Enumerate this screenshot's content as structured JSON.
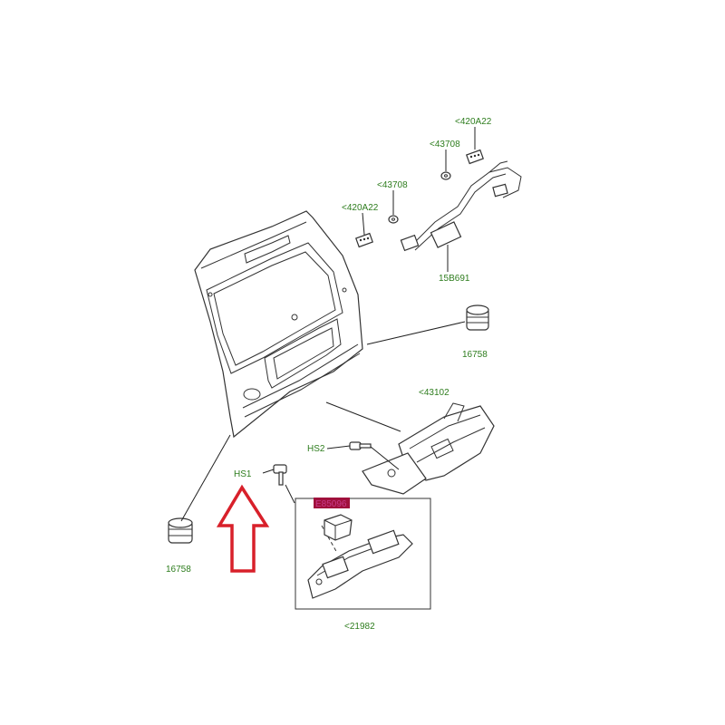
{
  "labels": {
    "p420a22_top": "<420A22",
    "p43708_top": "<43708",
    "p43708_mid": "<43708",
    "p420a22_mid": "<420A22",
    "p15b691": "15B691",
    "p16758_right": "16758",
    "p43102": "<43102",
    "hs2": "HS2",
    "hs1": "HS1",
    "p16758_left": "16758",
    "highlighted": "E85096",
    "p21982": "<21982"
  },
  "colors": {
    "label_green": "#2e7d1e",
    "arrow_red": "#d8202a",
    "highlight": "#a0103c",
    "line": "#333333"
  },
  "icons": {
    "indicator": "up-arrow-icon"
  }
}
